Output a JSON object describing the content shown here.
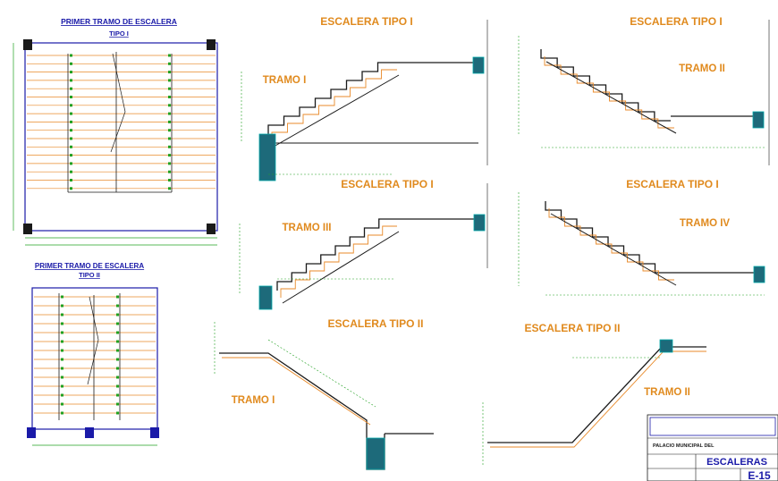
{
  "plans": {
    "plan1_title": "PRIMER TRAMO DE ESCALERA",
    "plan1_subtitle": "TIPO I",
    "plan2_title": "PRIMER TRAMO DE ESCALERA",
    "plan2_subtitle": "TIPO II"
  },
  "sections": {
    "s1_title": "ESCALERA TIPO I",
    "s1_label": "TRAMO I",
    "s2_title": "ESCALERA TIPO I",
    "s2_label": "TRAMO II",
    "s3_title": "ESCALERA TIPO I",
    "s3_label": "TRAMO III",
    "s4_title": "ESCALERA TIPO I",
    "s4_label": "TRAMO IV",
    "s5_title": "ESCALERA TIPO II",
    "s5_label": "TRAMO I",
    "s6_title": "ESCALERA TIPO II",
    "s6_label": "TRAMO II"
  },
  "title_block": {
    "project": "PALACIO MUNICIPAL DEL",
    "sheet_title": "ESCALERAS",
    "sheet_number": "E-15"
  },
  "colors": {
    "rebar": "#e88a2a",
    "concrete": "#1a1a1a",
    "dimension": "#20a020",
    "column": "#00a8a8",
    "title": "#e08a1e",
    "label": "#1a1aa8"
  }
}
